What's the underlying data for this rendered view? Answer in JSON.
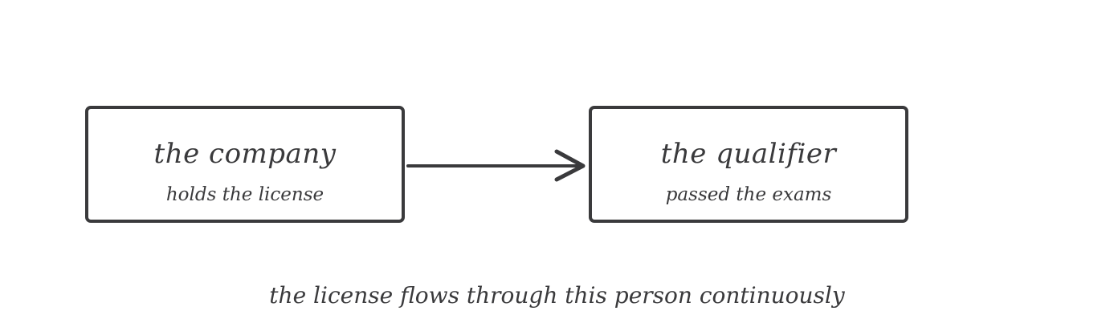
{
  "nodes": {
    "company": {
      "title": "the company",
      "subtitle": "holds the license"
    },
    "qualifier": {
      "title": "the qualifier",
      "subtitle": "passed the exams"
    }
  },
  "edge": {
    "from": "company",
    "to": "qualifier"
  },
  "caption": "the license flows through this person continuously",
  "colors": {
    "stroke": "#3a3a3c",
    "background": "#ffffff"
  }
}
